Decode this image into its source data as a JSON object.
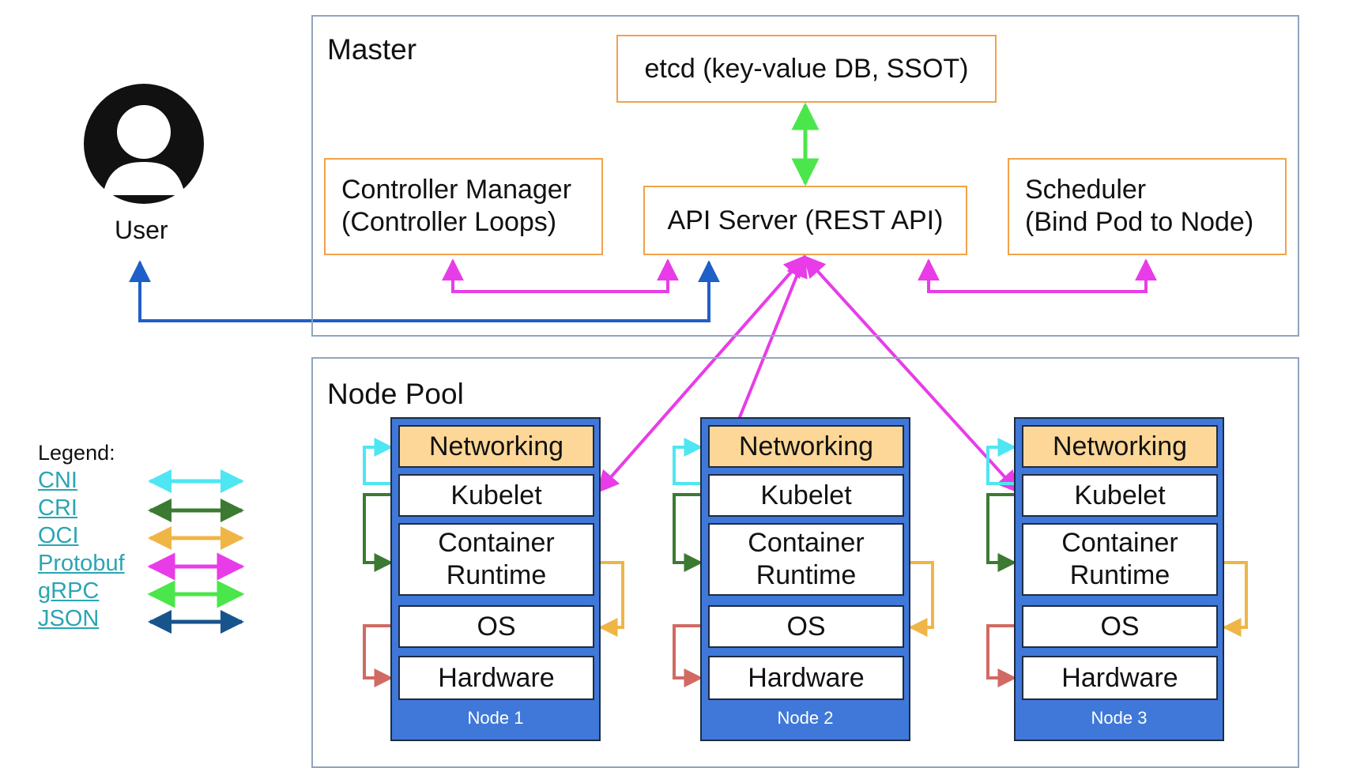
{
  "master": {
    "title": "Master",
    "etcd": "etcd (key-value DB, SSOT)",
    "api_server": "API Server (REST API)",
    "controller_manager": {
      "line1": "Controller Manager",
      "line2": "(Controller Loops)"
    },
    "scheduler": {
      "line1": "Scheduler",
      "line2": "(Bind Pod to Node)"
    }
  },
  "user": {
    "label": "User"
  },
  "node_pool": {
    "title": "Node Pool",
    "nodes": [
      {
        "label": "Node 1",
        "networking": "Networking",
        "kubelet": "Kubelet",
        "runtime1": "Container",
        "runtime2": "Runtime",
        "os": "OS",
        "hardware": "Hardware"
      },
      {
        "label": "Node 2",
        "networking": "Networking",
        "kubelet": "Kubelet",
        "runtime1": "Container",
        "runtime2": "Runtime",
        "os": "OS",
        "hardware": "Hardware"
      },
      {
        "label": "Node 3",
        "networking": "Networking",
        "kubelet": "Kubelet",
        "runtime1": "Container",
        "runtime2": "Runtime",
        "os": "OS",
        "hardware": "Hardware"
      }
    ]
  },
  "legend": {
    "title": "Legend:",
    "items": [
      {
        "label": "CNI",
        "color": "#4ee6f2"
      },
      {
        "label": "CRI",
        "color": "#3c7a32"
      },
      {
        "label": "OCI",
        "color": "#efb545"
      },
      {
        "label": "Protobuf",
        "color": "#e83ce8"
      },
      {
        "label": "gRPC",
        "color": "#4be64b"
      },
      {
        "label": "JSON",
        "color": "#18548c"
      }
    ]
  },
  "colors": {
    "panel_border": "#8fa5bd",
    "box_border": "#f0a24a",
    "node_bg": "#3f78d8",
    "networking_bg": "#fcd797",
    "user_link": "#1f5fc9",
    "os_hardware_link": "#d16a63"
  }
}
